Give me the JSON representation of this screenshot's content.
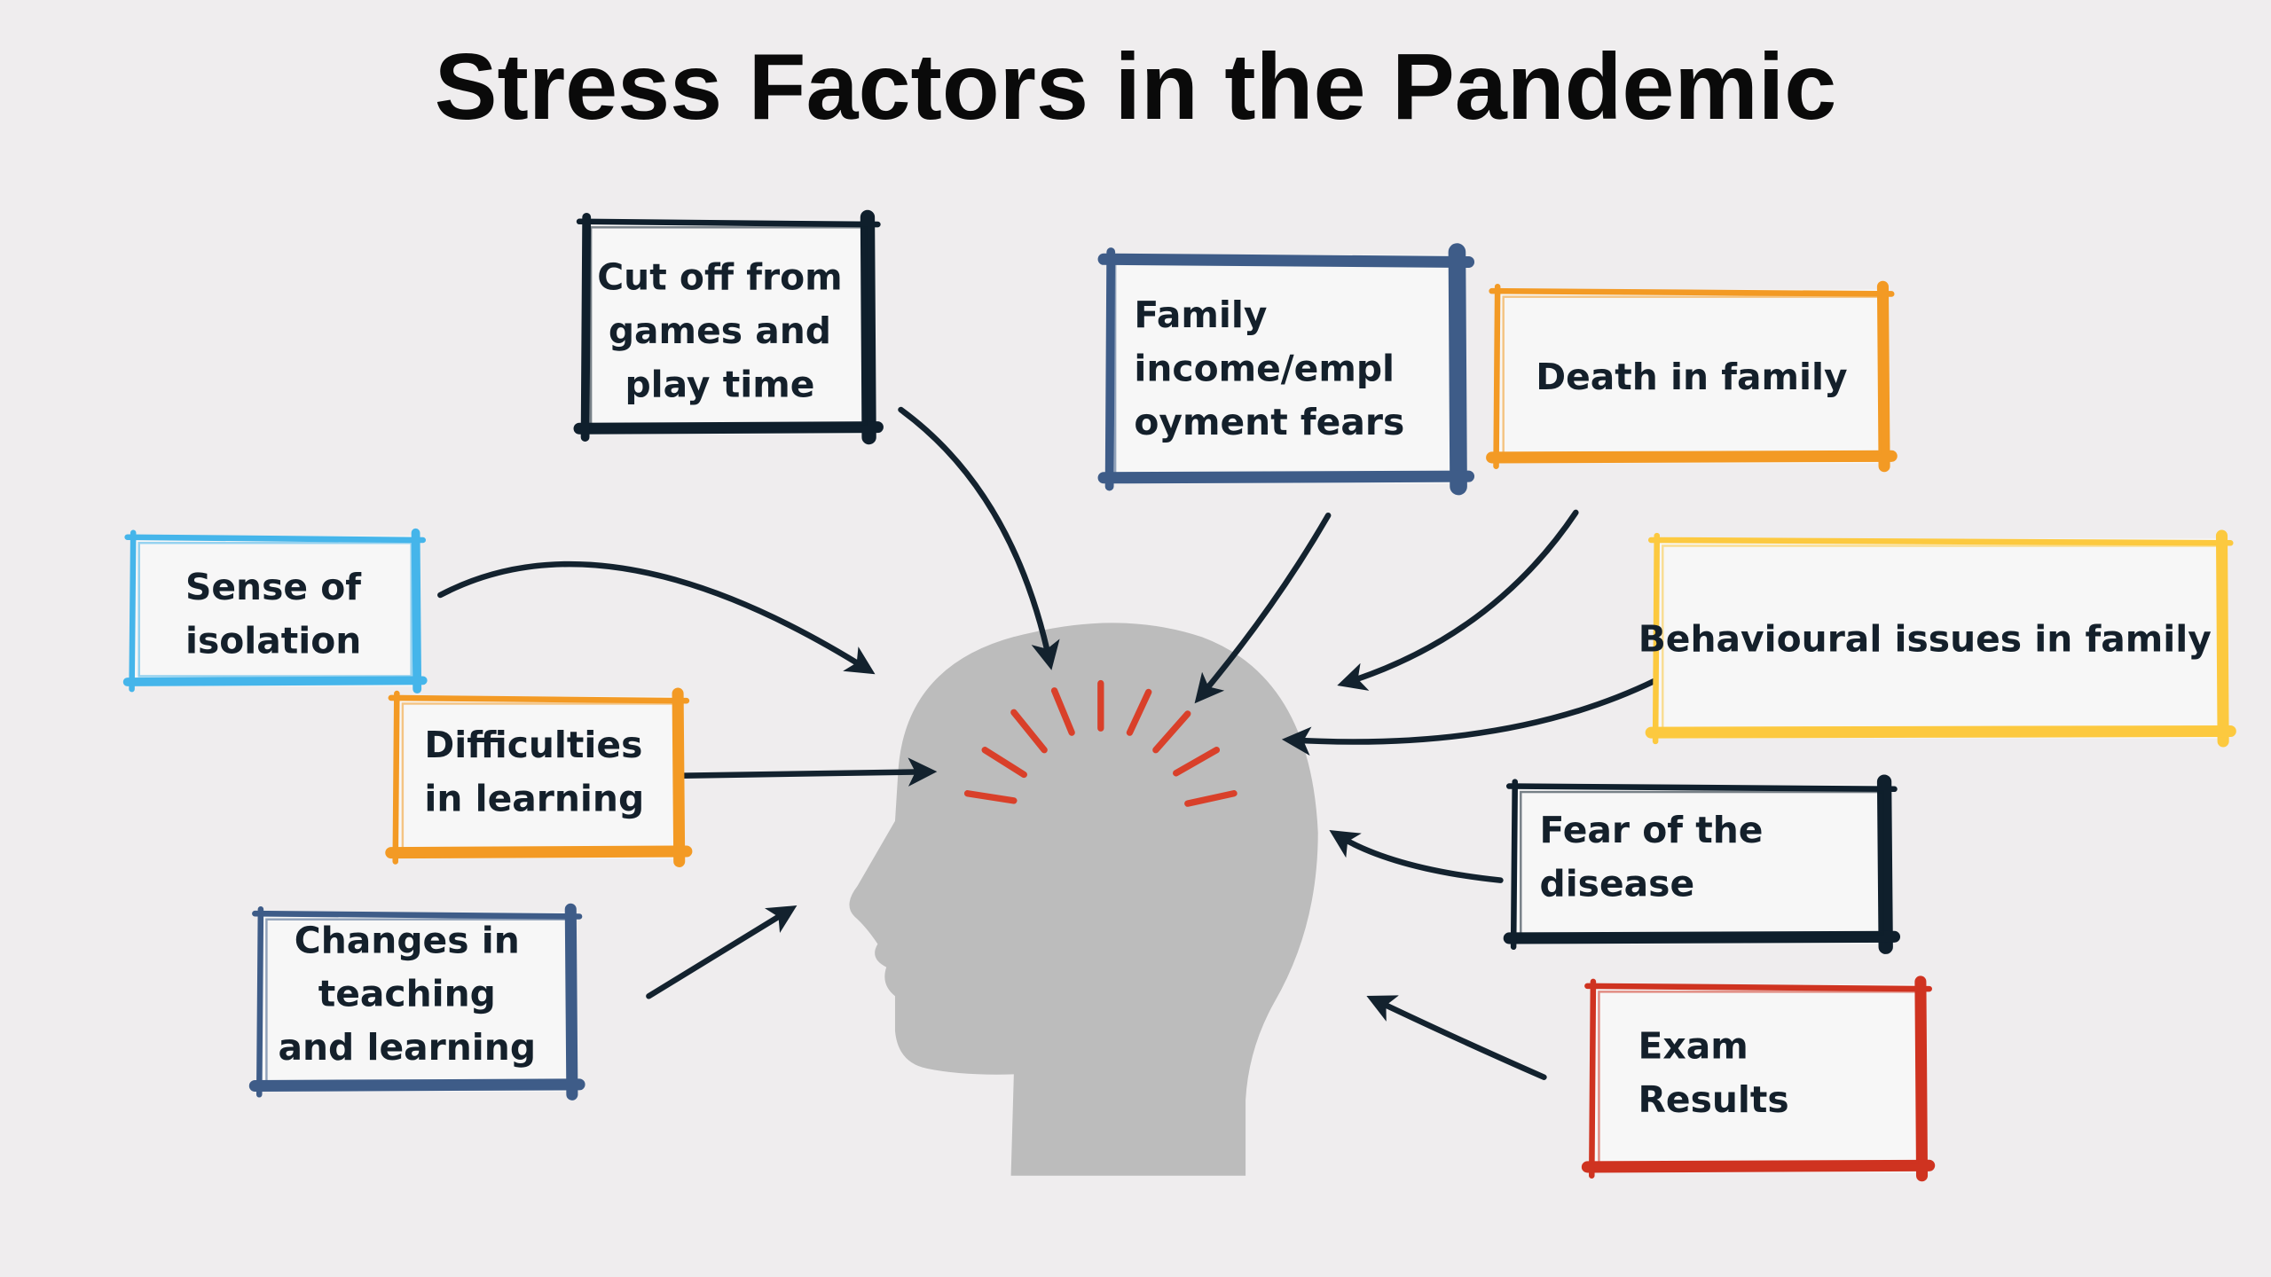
{
  "title": "Stress Factors in the Pandemic",
  "colors": {
    "background": "#efedee",
    "head": "#bcbcbc",
    "stress_lines": "#d9402a",
    "arrows": "#13222e"
  },
  "head_icon": "head-silhouette-icon",
  "factors": [
    {
      "id": "cut-off-games",
      "lines": [
        "Cut off from",
        "games and",
        "play time"
      ],
      "color": "#0f1f2c"
    },
    {
      "id": "family-income",
      "lines": [
        "Family",
        "income/empl",
        "oyment fears"
      ],
      "color": "#3e5c88"
    },
    {
      "id": "death-in-family",
      "lines": [
        "Death in family"
      ],
      "color": "#f39a24"
    },
    {
      "id": "sense-of-isolation",
      "lines": [
        "Sense of",
        "isolation"
      ],
      "color": "#45b5ea"
    },
    {
      "id": "behavioural-issues",
      "lines": [
        "Behavioural issues in family"
      ],
      "color": "#fcc93f"
    },
    {
      "id": "difficulties-learning",
      "lines": [
        "Difficulties",
        "in learning"
      ],
      "color": "#f39a24"
    },
    {
      "id": "fear-of-disease",
      "lines": [
        "Fear of the",
        "disease"
      ],
      "color": "#0f1f2c"
    },
    {
      "id": "changes-teaching",
      "lines": [
        "Changes in",
        "teaching",
        "and learning"
      ],
      "color": "#3e5c88"
    },
    {
      "id": "exam-results",
      "lines": [
        "Exam",
        "Results"
      ],
      "color": "#cf3320"
    }
  ]
}
